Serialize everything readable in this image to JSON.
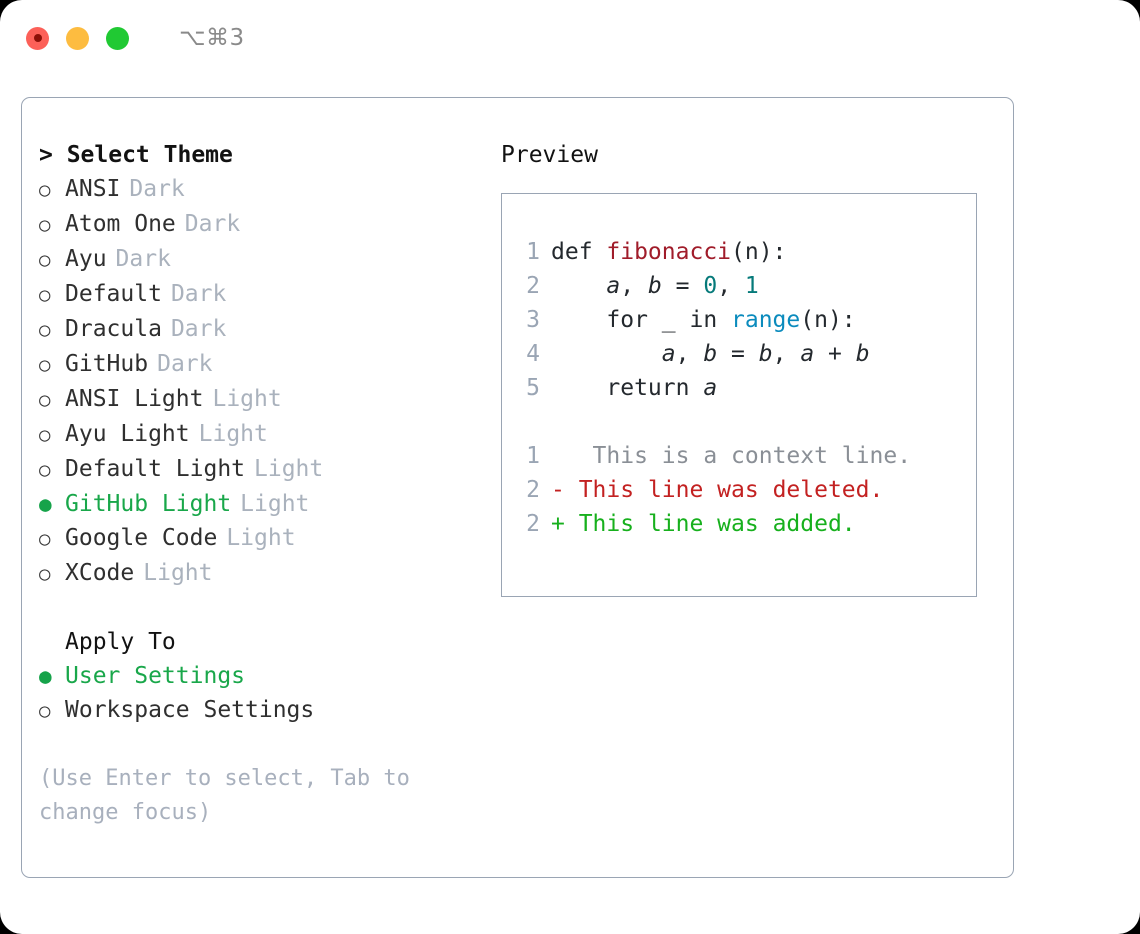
{
  "titlebar": {
    "shortcut": "⌥⌘3",
    "buttons": [
      "close",
      "minimize",
      "zoom"
    ]
  },
  "left": {
    "prompt_title": "> Select Theme",
    "themes": [
      {
        "label": "ANSI",
        "suffix": "Dark",
        "selected": false
      },
      {
        "label": "Atom One",
        "suffix": "Dark",
        "selected": false
      },
      {
        "label": "Ayu",
        "suffix": "Dark",
        "selected": false
      },
      {
        "label": "Default",
        "suffix": "Dark",
        "selected": false
      },
      {
        "label": "Dracula",
        "suffix": "Dark",
        "selected": false
      },
      {
        "label": "GitHub",
        "suffix": "Dark",
        "selected": false
      },
      {
        "label": "ANSI Light",
        "suffix": "Light",
        "selected": false
      },
      {
        "label": "Ayu Light",
        "suffix": "Light",
        "selected": false
      },
      {
        "label": "Default Light",
        "suffix": "Light",
        "selected": false
      },
      {
        "label": "GitHub Light",
        "suffix": "Light",
        "selected": true
      },
      {
        "label": "Google Code",
        "suffix": "Light",
        "selected": false
      },
      {
        "label": "XCode",
        "suffix": "Light",
        "selected": false
      }
    ],
    "apply_to_heading": "Apply To",
    "apply_to": [
      {
        "label": "User Settings",
        "selected": true
      },
      {
        "label": "Workspace Settings",
        "selected": false
      }
    ],
    "hint": "(Use Enter to select, Tab to change focus)",
    "bullet_empty": "○",
    "bullet_filled": "●"
  },
  "right": {
    "preview_title": "Preview",
    "code_lines": [
      {
        "no": "1",
        "segments": [
          {
            "t": "def ",
            "c": "plain"
          },
          {
            "t": "fibonacci",
            "c": "fn"
          },
          {
            "t": "(n):",
            "c": "plain"
          }
        ]
      },
      {
        "no": "2",
        "segments": [
          {
            "t": "    ",
            "c": "plain"
          },
          {
            "t": "a",
            "c": "var"
          },
          {
            "t": ", ",
            "c": "plain"
          },
          {
            "t": "b",
            "c": "var"
          },
          {
            "t": " = ",
            "c": "plain"
          },
          {
            "t": "0",
            "c": "num"
          },
          {
            "t": ", ",
            "c": "plain"
          },
          {
            "t": "1",
            "c": "num"
          }
        ]
      },
      {
        "no": "3",
        "segments": [
          {
            "t": "    for _ in ",
            "c": "plain"
          },
          {
            "t": "range",
            "c": "call"
          },
          {
            "t": "(n):",
            "c": "plain"
          }
        ]
      },
      {
        "no": "4",
        "segments": [
          {
            "t": "        ",
            "c": "plain"
          },
          {
            "t": "a",
            "c": "var"
          },
          {
            "t": ", ",
            "c": "plain"
          },
          {
            "t": "b",
            "c": "var"
          },
          {
            "t": " = ",
            "c": "plain"
          },
          {
            "t": "b",
            "c": "var"
          },
          {
            "t": ", ",
            "c": "plain"
          },
          {
            "t": "a",
            "c": "var"
          },
          {
            "t": " + ",
            "c": "plain"
          },
          {
            "t": "b",
            "c": "var"
          }
        ]
      },
      {
        "no": "5",
        "segments": [
          {
            "t": "    return ",
            "c": "plain"
          },
          {
            "t": "a",
            "c": "var"
          }
        ]
      }
    ],
    "diff_lines": [
      {
        "no": "1",
        "marker": " ",
        "text": "  This is a context line.",
        "kind": "context"
      },
      {
        "no": "2",
        "marker": "-",
        "text": " This line was deleted.",
        "kind": "delete"
      },
      {
        "no": "2",
        "marker": "+",
        "text": " This line was added.",
        "kind": "add"
      }
    ]
  },
  "colors": {
    "selected_green": "#19a74a",
    "suffix_gray": "#aab2bd",
    "border": "#9aa5b4",
    "hint_gray": "#a8b0bd",
    "fn_red": "#a01c2a",
    "num_teal": "#067a7a",
    "call_blue": "#0b8bbd",
    "diff_delete": "#c32121",
    "diff_add": "#17b01d",
    "diff_context": "#8a8f96",
    "dot_red": "#fc6058",
    "dot_yellow": "#fdbc40",
    "dot_green": "#20c933"
  }
}
